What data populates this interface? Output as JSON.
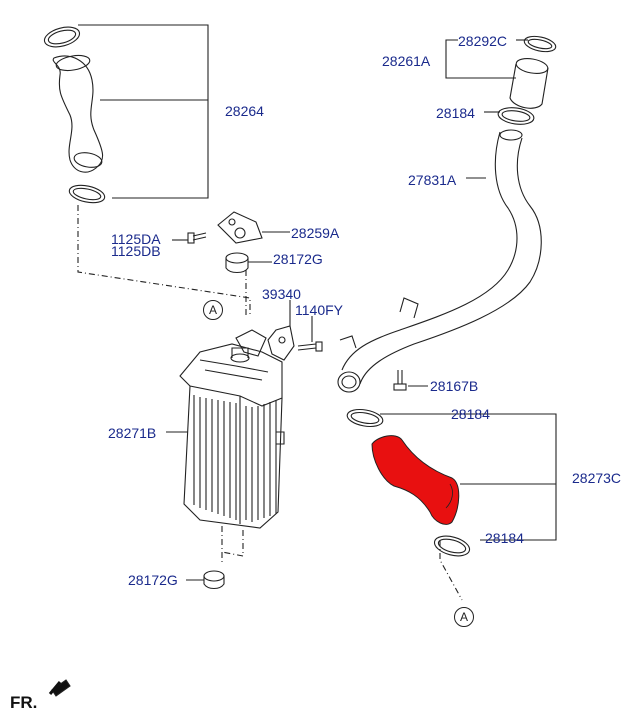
{
  "labels": {
    "p28264": "28264",
    "p1125DA": "1125DA",
    "p1125DB": "1125DB",
    "p28259A": "28259A",
    "p28172G_top": "28172G",
    "p39340": "39340",
    "p1140FY": "1140FY",
    "p28271B": "28271B",
    "p28172G_bottom": "28172G",
    "p28292C": "28292C",
    "p28261A": "28261A",
    "p28184_top": "28184",
    "p27831A": "27831A",
    "p28167B": "28167B",
    "p28184_mid": "28184",
    "p28273C": "28273C",
    "p28184_bottom": "28184"
  },
  "markers": {
    "a_top": "A",
    "a_bottom": "A"
  },
  "orientation": {
    "text": "FR."
  },
  "colors": {
    "highlight_hose": "#e81010",
    "label_text": "#1a2a8c",
    "line": "#222222"
  }
}
